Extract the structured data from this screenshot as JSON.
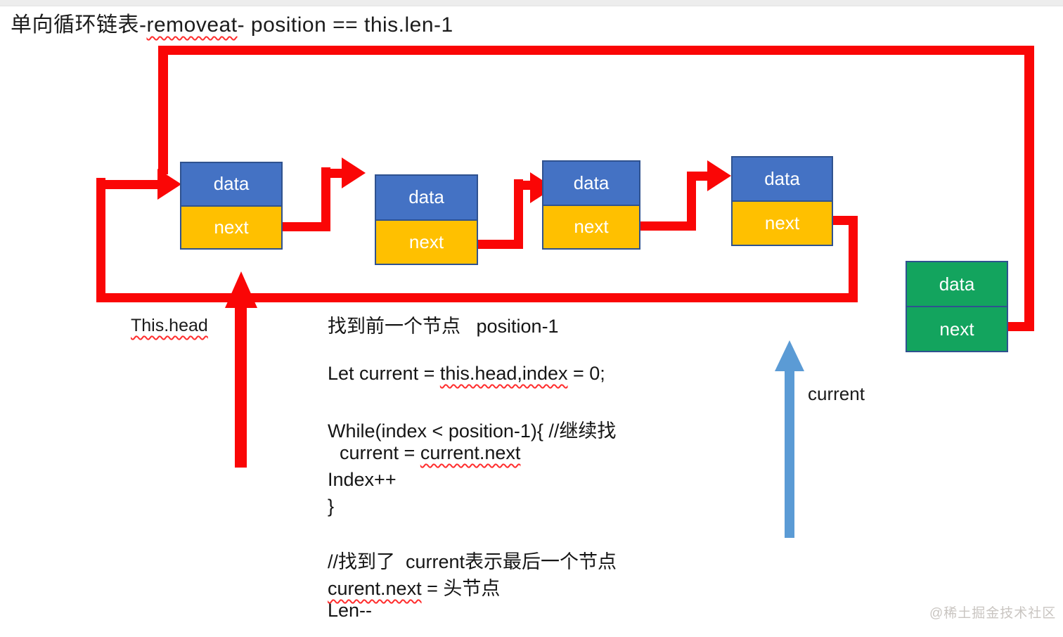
{
  "title": {
    "pre": "单向循环链表-",
    "misspelled": "removeat",
    "post": "- position == this.len-1"
  },
  "nodes": [
    {
      "id": "node-1",
      "data_label": "data",
      "next_label": "next"
    },
    {
      "id": "node-2",
      "data_label": "data",
      "next_label": "next"
    },
    {
      "id": "node-3",
      "data_label": "data",
      "next_label": "next"
    },
    {
      "id": "node-4",
      "data_label": "data",
      "next_label": "next"
    },
    {
      "id": "node-new",
      "data_label": "data",
      "next_label": "next"
    }
  ],
  "pointers": {
    "head_label": "This.head",
    "current_label": "current"
  },
  "code": {
    "find_prev": "找到前一个节点   position-1",
    "let_pre": "Let current = ",
    "let_wavy": "this.head,index",
    "let_post": " = 0;",
    "while_line": "While(index < position-1){ //继续找",
    "assign_pre": "current = ",
    "assign_wavy": "current.next",
    "increment": "Index++",
    "close_brace": "}",
    "found_comment": "//找到了  current表示最后一个节点",
    "set_next_wavy": "curent.next",
    "set_next_post": " = 头节点",
    "decrement": "Len--"
  },
  "watermark": "@稀土掘金技术社区",
  "colors": {
    "arrow_red": "#fa0606",
    "arrow_blue": "#5b9bd5",
    "node_blue": "#4472c4",
    "node_yellow": "#ffc000",
    "node_green": "#13a45e",
    "node_border": "#2f528f",
    "text_color": "#1b1b1b",
    "wavy_color": "#ff2d2d",
    "watermark_color": "#c9c5c1"
  }
}
